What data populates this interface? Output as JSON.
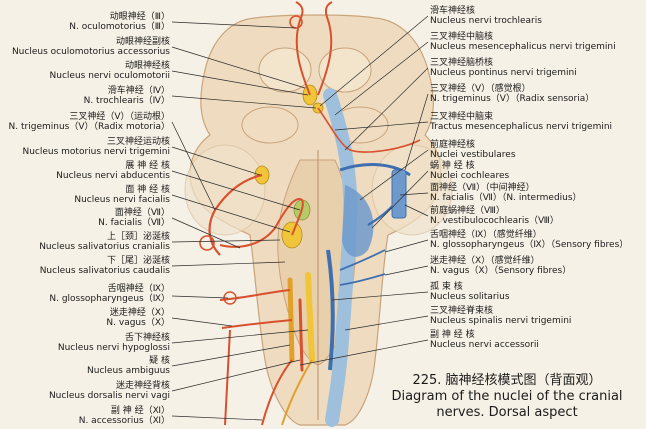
{
  "caption": {
    "zh": "225. 脑神经核模式图（背面观）",
    "en_line1": "Diagram of the nuclei of the cranial",
    "en_line2": "nerves.  Dorsal aspect"
  },
  "labels_left": [
    {
      "zh": "动眼神经（Ⅲ）",
      "en": "N. oculomotorius（Ⅲ）"
    },
    {
      "zh": "动眼神经副核",
      "en": "Nucleus oculomotorius accessorius"
    },
    {
      "zh": "动眼神经核",
      "en": "Nucleus nervi oculomotorii"
    },
    {
      "zh": "滑车神经（Ⅳ）",
      "en": "N. trochlearis（Ⅳ）"
    },
    {
      "zh": "三叉神经（Ⅴ）（运动根）",
      "en": "N. trigeminus（Ⅴ）（Radix motoria）"
    },
    {
      "zh": "三叉神经运动核",
      "en": "Nucleus motorius nervi trigemini"
    },
    {
      "zh": "展 神 经 核",
      "en": "Nucleus nervi abducentis"
    },
    {
      "zh": "面 神 经 核",
      "en": "Nucleus nervi facialis"
    },
    {
      "zh": "面神经（Ⅶ）",
      "en": "N. facialis（Ⅶ）"
    },
    {
      "zh": "上［颈］泌涎核",
      "en": "Nucleus salivatorius cranialis"
    },
    {
      "zh": "下［尾］泌涎核",
      "en": "Nucleus salivatorius caudalis"
    },
    {
      "zh": "舌咽神经（Ⅸ）",
      "en": "N. glossopharyngeus（Ⅸ）"
    },
    {
      "zh": "迷走神经（Ⅹ）",
      "en": "N. vagus（Ⅹ）"
    },
    {
      "zh": "舌下神经核",
      "en": "Nucleus nervi hypoglossi"
    },
    {
      "zh": "疑 核",
      "en": "Nucleus ambiguus"
    },
    {
      "zh": "迷走神经背核",
      "en": "Nucleus dorsalis nervi vagi"
    },
    {
      "zh": "副 神 经（Ⅺ）",
      "en": "N. accessorius（Ⅺ）"
    }
  ],
  "labels_right": [
    {
      "zh": "滑车神经核",
      "en": "Nucleus nervi trochlearis"
    },
    {
      "zh": "三叉神经中脑核",
      "en": "Nucleus mesencephalicus nervi trigemini"
    },
    {
      "zh": "三叉神经脑桥核",
      "en": "Nucleus pontinus nervi trigemini"
    },
    {
      "zh": "三叉神经（Ⅴ）（感觉根）",
      "en": "N. trigeminus（Ⅴ）（Radix sensoria）"
    },
    {
      "zh": "三叉神经中脑束",
      "en": "Tractus mesencephalicus nervi trigemini"
    },
    {
      "zh": "前庭神经核",
      "en": "Nuclei vestibulares"
    },
    {
      "zh": "蜗 神 经 核",
      "en": "Nuclei cochleares"
    },
    {
      "zh": "面神经（Ⅶ）（中间神经）",
      "en": "N. facialis（Ⅶ）（N. intermedius）"
    },
    {
      "zh": "前庭蜗神经（Ⅷ）",
      "en": "N. vestibulocochlearis（Ⅷ）"
    },
    {
      "zh": "舌咽神经（Ⅸ）（感觉纤维）",
      "en": "N. glossopharyngeus（Ⅸ）（Sensory fibres）"
    },
    {
      "zh": "迷走神经（Ⅹ）（感觉纤维）",
      "en": "N. vagus（Ⅹ）（Sensory fibres）"
    },
    {
      "zh": "孤 束 核",
      "en": "Nucleus solitarius"
    },
    {
      "zh": "三叉神经脊束核",
      "en": "Nucleus spinalis nervi trigemini"
    },
    {
      "zh": "副 神 经 核",
      "en": "Nucleus nervi accessorii"
    }
  ],
  "colors": {
    "background": "#f6f1e6",
    "brainstem": "#efdcc0",
    "brainstem_shade": "#d9b994",
    "motor_nerve": "#d8502d",
    "sensory_nerve": "#3e6fb0",
    "sensory_nerve_light": "#9fc0dc",
    "nucleus_yellow": "#f0c53a",
    "nucleus_green": "#b8c96a",
    "leader": "#2a2a2a"
  }
}
